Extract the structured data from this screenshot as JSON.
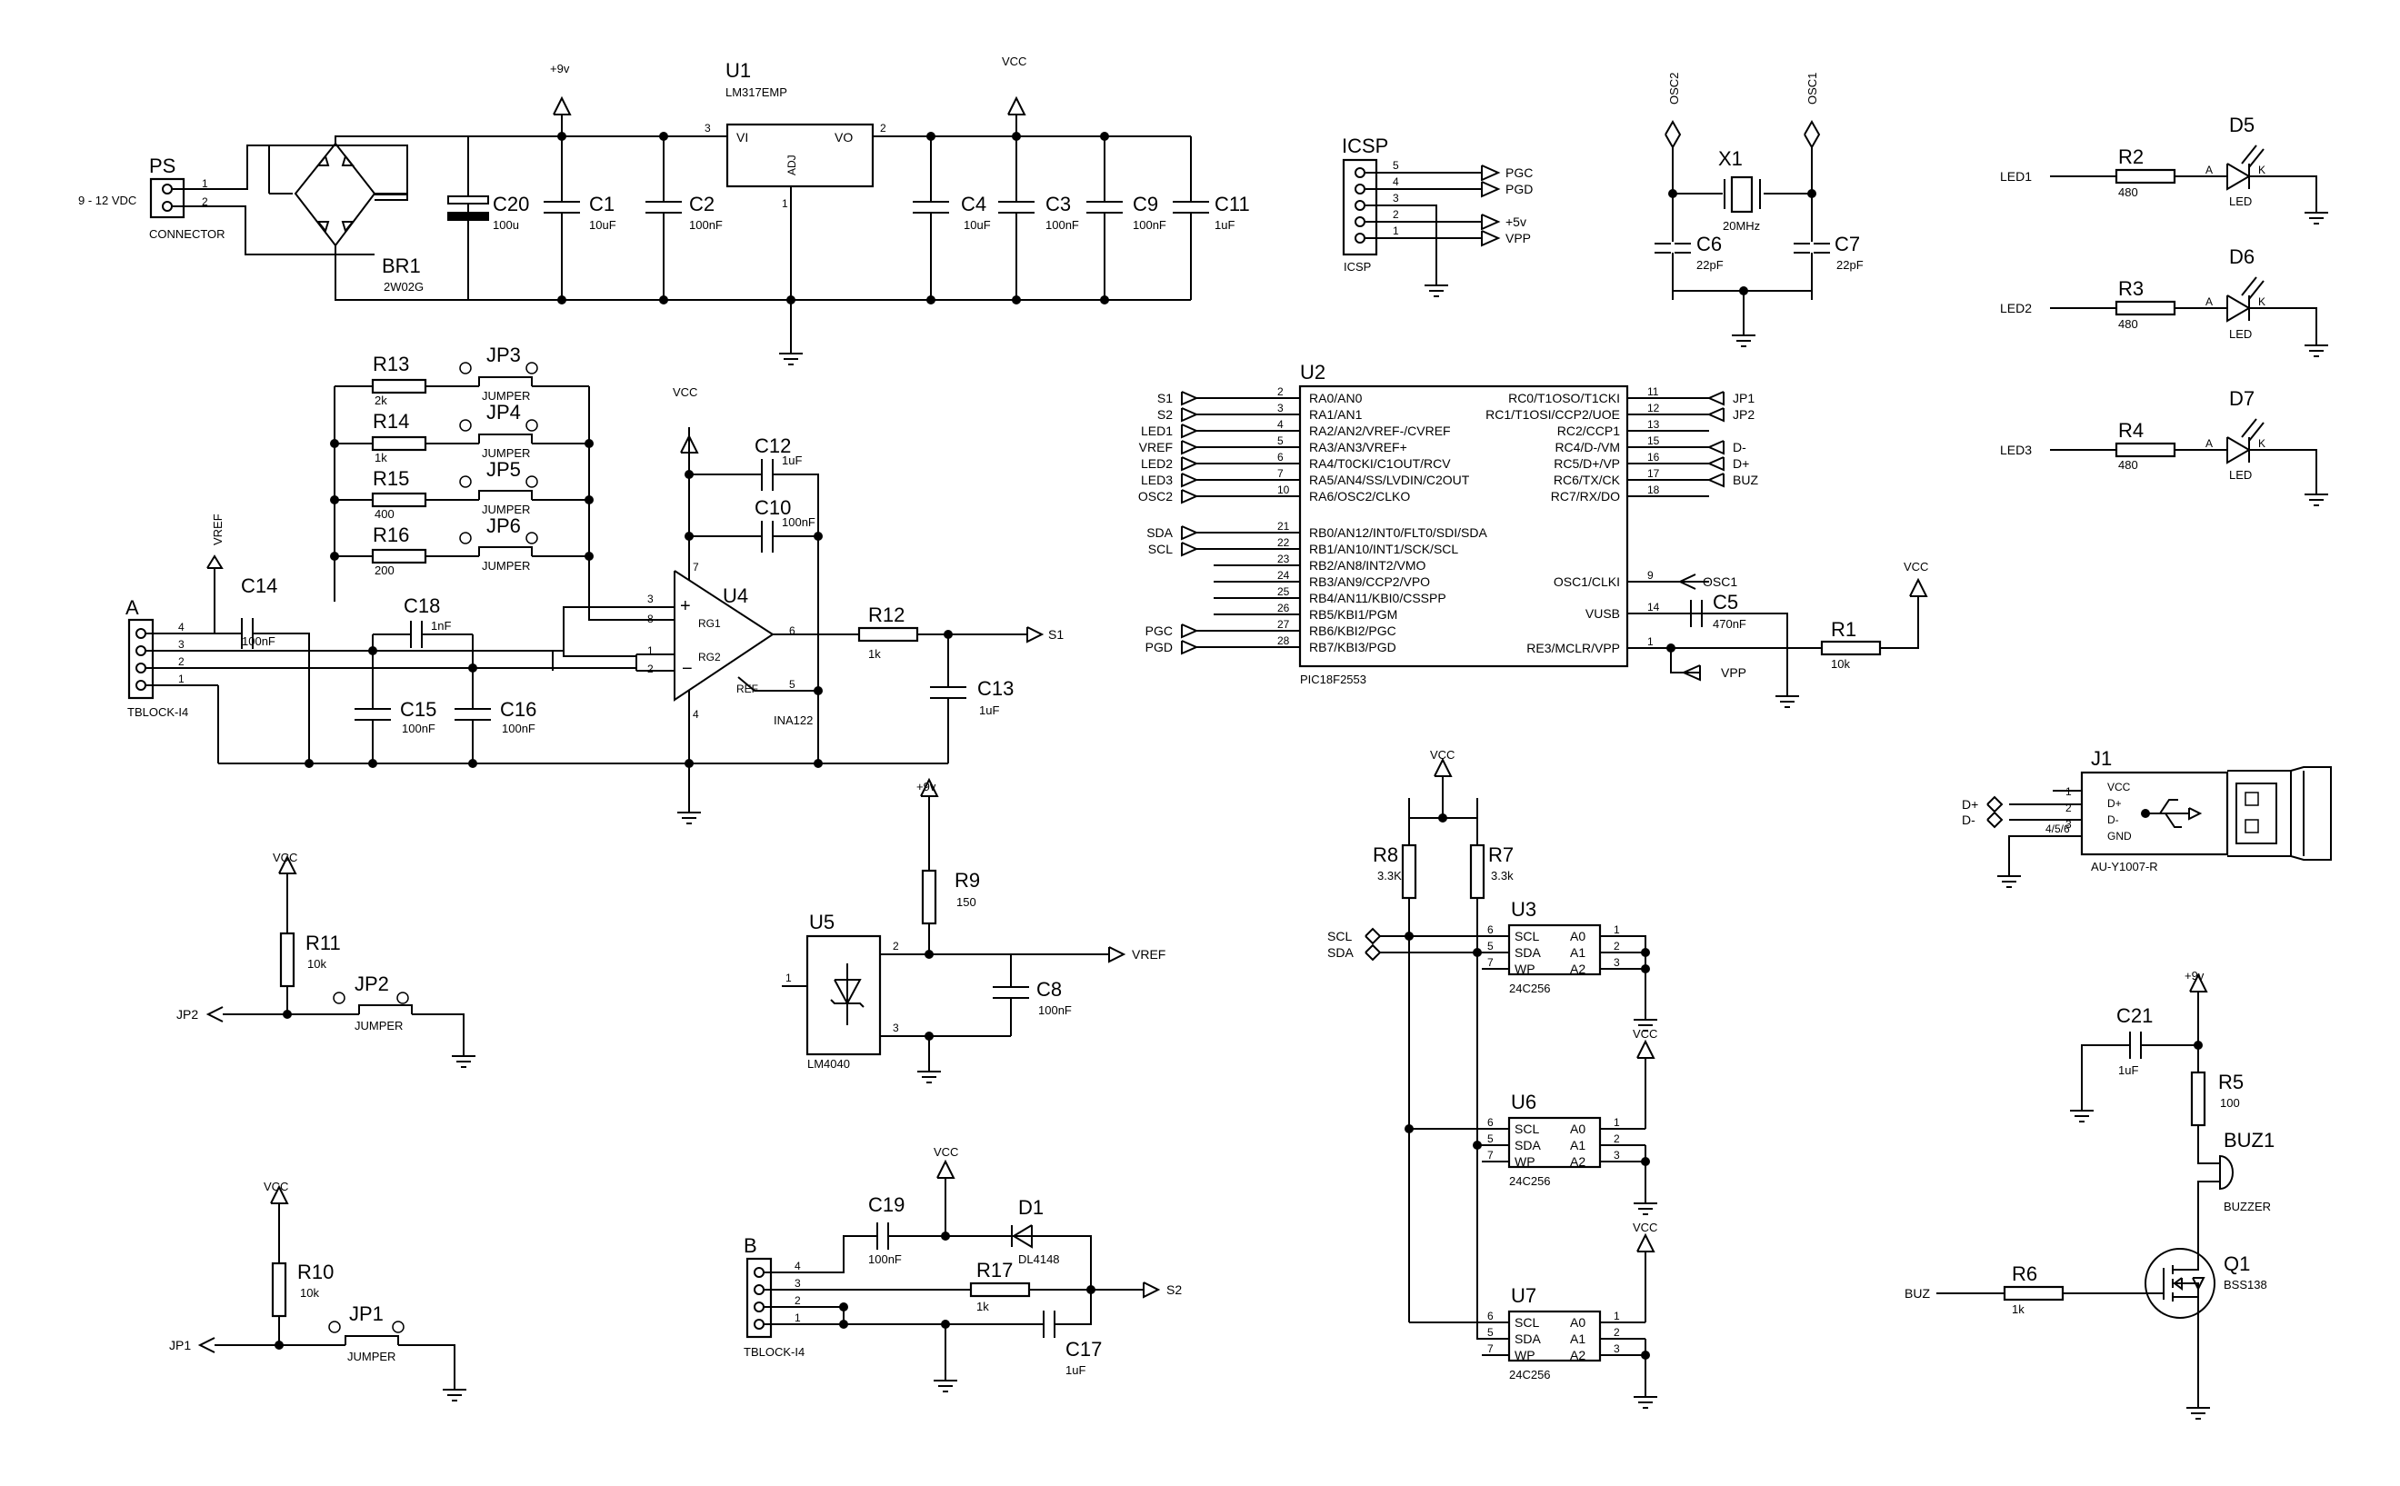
{
  "parts": {
    "PS": {
      "ref": "PS",
      "val": "CONNECTOR",
      "note": "9 - 12 VDC",
      "pins": [
        "1",
        "2"
      ]
    },
    "BR1": {
      "ref": "BR1",
      "val": "2W02G"
    },
    "C20": {
      "ref": "C20",
      "val": "100u"
    },
    "C1": {
      "ref": "C1",
      "val": "10uF"
    },
    "C2": {
      "ref": "C2",
      "val": "100nF"
    },
    "U1": {
      "ref": "U1",
      "val": "LM317EMP",
      "vi": "VI",
      "vo": "VO",
      "adj": "ADJ",
      "p3": "3",
      "p2": "2",
      "p1": "1"
    },
    "C4": {
      "ref": "C4",
      "val": "10uF"
    },
    "C3": {
      "ref": "C3",
      "val": "100nF"
    },
    "C9": {
      "ref": "C9",
      "val": "100nF"
    },
    "C11": {
      "ref": "C11",
      "val": "1uF"
    },
    "ICSP": {
      "ref": "ICSP",
      "val": "ICSP",
      "pins": [
        "5",
        "4",
        "3",
        "2",
        "1"
      ],
      "nets": [
        "PGC",
        "PGD",
        "+5v",
        "VPP"
      ]
    },
    "X1": {
      "ref": "X1",
      "val": "20MHz"
    },
    "C6": {
      "ref": "C6",
      "val": "22pF"
    },
    "C7": {
      "ref": "C7",
      "val": "22pF"
    },
    "R2": {
      "ref": "R2",
      "val": "480"
    },
    "R3": {
      "ref": "R3",
      "val": "480"
    },
    "R4": {
      "ref": "R4",
      "val": "480"
    },
    "D5": {
      "ref": "D5",
      "val": "LED"
    },
    "D6": {
      "ref": "D6",
      "val": "LED"
    },
    "D7": {
      "ref": "D7",
      "val": "LED"
    },
    "R13": {
      "ref": "R13",
      "val": "2k"
    },
    "R14": {
      "ref": "R14",
      "val": "1k"
    },
    "R15": {
      "ref": "R15",
      "val": "400"
    },
    "R16": {
      "ref": "R16",
      "val": "200"
    },
    "JP3": {
      "ref": "JP3",
      "val": "JUMPER"
    },
    "JP4": {
      "ref": "JP4",
      "val": "JUMPER"
    },
    "JP5": {
      "ref": "JP5",
      "val": "JUMPER"
    },
    "JP6": {
      "ref": "JP6",
      "val": "JUMPER"
    },
    "C12": {
      "ref": "C12",
      "val": "1uF"
    },
    "C10": {
      "ref": "C10",
      "val": "100nF"
    },
    "U4": {
      "ref": "U4",
      "val": "INA122",
      "rg1": "RG1",
      "rg2": "RG2",
      "ref_pin": "REF",
      "p3": "3",
      "p8": "8",
      "p1": "1",
      "p2": "2",
      "p6": "6",
      "p5": "5",
      "p7": "7",
      "p4": "4"
    },
    "R12": {
      "ref": "R12",
      "val": "1k"
    },
    "C13": {
      "ref": "C13",
      "val": "1uF"
    },
    "C14": {
      "ref": "C14",
      "val": "100nF"
    },
    "C18": {
      "ref": "C18",
      "val": "1nF"
    },
    "C15": {
      "ref": "C15",
      "val": "100nF"
    },
    "C16": {
      "ref": "C16",
      "val": "100nF"
    },
    "A": {
      "ref": "A",
      "val": "TBLOCK-I4",
      "pins": [
        "4",
        "3",
        "2",
        "1"
      ]
    },
    "U2": {
      "ref": "U2",
      "val": "PIC18F2553",
      "left": [
        {
          "num": "2",
          "name": "RA0/AN0",
          "net": "S1"
        },
        {
          "num": "3",
          "name": "RA1/AN1",
          "net": "S2"
        },
        {
          "num": "4",
          "name": "RA2/AN2/VREF-/CVREF",
          "net": "LED1"
        },
        {
          "num": "5",
          "name": "RA3/AN3/VREF+",
          "net": "VREF"
        },
        {
          "num": "6",
          "name": "RA4/T0CKI/C1OUT/RCV",
          "net": "LED2"
        },
        {
          "num": "7",
          "name": "RA5/AN4/SS/LVDIN/C2OUT",
          "net": "LED3"
        },
        {
          "num": "10",
          "name": "RA6/OSC2/CLKO",
          "net": "OSC2"
        },
        {
          "num": "21",
          "name": "RB0/AN12/INT0/FLT0/SDI/SDA",
          "net": "SDA"
        },
        {
          "num": "22",
          "name": "RB1/AN10/INT1/SCK/SCL",
          "net": "SCL"
        },
        {
          "num": "23",
          "name": "RB2/AN8/INT2/VMO",
          "net": ""
        },
        {
          "num": "24",
          "name": "RB3/AN9/CCP2/VPO",
          "net": ""
        },
        {
          "num": "25",
          "name": "RB4/AN11/KBI0/CSSPP",
          "net": ""
        },
        {
          "num": "26",
          "name": "RB5/KBI1/PGM",
          "net": ""
        },
        {
          "num": "27",
          "name": "RB6/KBI2/PGC",
          "net": "PGC"
        },
        {
          "num": "28",
          "name": "RB7/KBI3/PGD",
          "net": "PGD"
        }
      ],
      "right": [
        {
          "num": "11",
          "name": "RC0/T1OSO/T1CKI",
          "net": "JP1"
        },
        {
          "num": "12",
          "name": "RC1/T1OSI/CCP2/UOE",
          "net": "JP2"
        },
        {
          "num": "13",
          "name": "RC2/CCP1",
          "net": ""
        },
        {
          "num": "15",
          "name": "RC4/D-/VM",
          "net": "D-"
        },
        {
          "num": "16",
          "name": "RC5/D+/VP",
          "net": "D+"
        },
        {
          "num": "17",
          "name": "RC6/TX/CK",
          "net": "BUZ"
        },
        {
          "num": "18",
          "name": "RC7/RX/DO",
          "net": ""
        },
        {
          "num": "9",
          "name": "OSC1/CLKI",
          "net": "OSC1"
        },
        {
          "num": "14",
          "name": "VUSB",
          "net": ""
        },
        {
          "num": "1",
          "name": "RE3/MCLR/VPP",
          "net": "VPP"
        }
      ]
    },
    "C5": {
      "ref": "C5",
      "val": "470nF"
    },
    "R1": {
      "ref": "R1",
      "val": "10k"
    },
    "J1": {
      "ref": "J1",
      "val": "AU-Y1007-R",
      "pins": [
        "1",
        "2",
        "3",
        "4/5/6"
      ],
      "names": [
        "VCC",
        "D+",
        "D-",
        "GND"
      ]
    },
    "R11": {
      "ref": "R11",
      "val": "10k"
    },
    "JP2": {
      "ref": "JP2",
      "val": "JUMPER"
    },
    "R10": {
      "ref": "R10",
      "val": "10k"
    },
    "JP1": {
      "ref": "JP1",
      "val": "JUMPER"
    },
    "R9": {
      "ref": "R9",
      "val": "150"
    },
    "U5": {
      "ref": "U5",
      "val": "LM4040",
      "p1": "1",
      "p2": "2",
      "p3": "3"
    },
    "C8": {
      "ref": "C8",
      "val": "100nF"
    },
    "C19": {
      "ref": "C19",
      "val": "100nF"
    },
    "D1": {
      "ref": "D1",
      "val": "DL4148"
    },
    "R17": {
      "ref": "R17",
      "val": "1k"
    },
    "C17": {
      "ref": "C17",
      "val": "1uF"
    },
    "B": {
      "ref": "B",
      "val": "TBLOCK-I4",
      "pins": [
        "4",
        "3",
        "2",
        "1"
      ]
    },
    "R8": {
      "ref": "R8",
      "val": "3.3K"
    },
    "R7": {
      "ref": "R7",
      "val": "3.3k"
    },
    "U3": {
      "ref": "U3",
      "val": "24C256"
    },
    "U6": {
      "ref": "U6",
      "val": "24C256"
    },
    "U7": {
      "ref": "U7",
      "val": "24C256"
    },
    "eeprom": {
      "l": [
        "SCL",
        "SDA",
        "WP"
      ],
      "r": [
        "A0",
        "A1",
        "A2"
      ],
      "ln": [
        "6",
        "5",
        "7"
      ],
      "rn": [
        "1",
        "2",
        "3"
      ]
    },
    "C21": {
      "ref": "C21",
      "val": "1uF"
    },
    "R5": {
      "ref": "R5",
      "val": "100"
    },
    "BUZ1": {
      "ref": "BUZ1",
      "val": "BUZZER"
    },
    "Q1": {
      "ref": "Q1",
      "val": "BSS138"
    },
    "R6": {
      "ref": "R6",
      "val": "1k"
    }
  },
  "nets": {
    "p9v": "+9v",
    "vcc": "VCC",
    "vref": "VREF",
    "s1": "S1",
    "s2": "S2",
    "jp1": "JP1",
    "jp2": "JP2",
    "led1": "LED1",
    "led2": "LED2",
    "led3": "LED3",
    "osc1": "OSC1",
    "osc2": "OSC2",
    "sda": "SDA",
    "scl": "SCL",
    "vpp": "VPP",
    "dp": "D+",
    "dm": "D-",
    "buz": "BUZ",
    "pgc": "PGC",
    "pgd": "PGD",
    "anode": "A",
    "cathode": "K"
  }
}
